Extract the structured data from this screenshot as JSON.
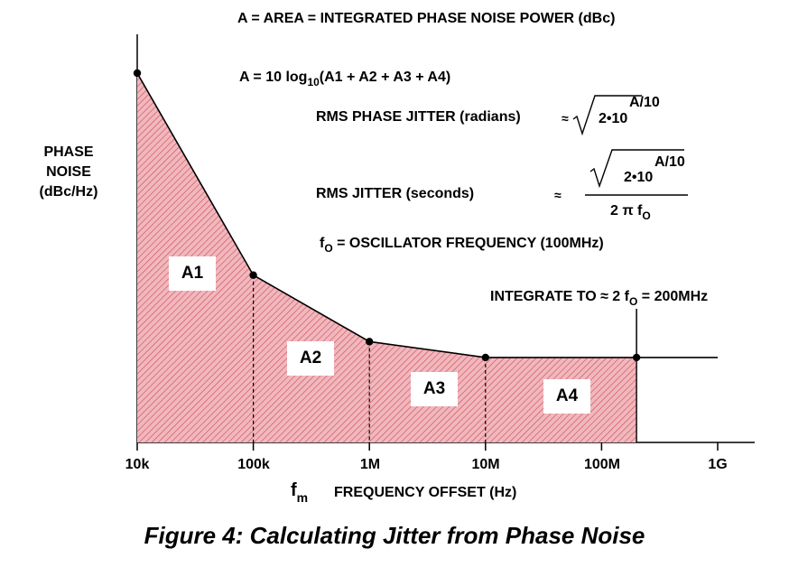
{
  "header": {
    "area_def": "A =    AREA  = INTEGRATED PHASE NOISE POWER (dBc)",
    "area_formula_pre": "A = 10 log",
    "area_formula_sub": "10",
    "area_formula_post": "(A1 + A2 + A3 + A4)"
  },
  "formulas": {
    "rms_phase_label": "RMS PHASE JITTER (radians)",
    "approx": "≈",
    "sqrt_base": "2•10",
    "sqrt_exp": "A/10",
    "rms_jitter_label": "RMS JITTER (seconds)",
    "denominator_pre": "2 π f",
    "denominator_sub": "O",
    "fo_pre": "f",
    "fo_sub": "O",
    "fo_post": " = OSCILLATOR FREQUENCY (100MHz)",
    "integrate_pre": "INTEGRATE TO ≈ 2 f",
    "integrate_sub": "O",
    "integrate_post": " = 200MHz"
  },
  "axes": {
    "ylabel_line1": "PHASE",
    "ylabel_line2": "NOISE",
    "ylabel_line3": "(dBc/Hz)",
    "xlabel_symbol": "f",
    "xlabel_symbol_sub": "m",
    "xlabel": "FREQUENCY OFFSET (Hz)",
    "ticks": [
      "10k",
      "100k",
      "1M",
      "10M",
      "100M",
      "1G"
    ]
  },
  "regions": [
    "A1",
    "A2",
    "A3",
    "A4"
  ],
  "curve": {
    "decades_from_10k": [
      0,
      1,
      2,
      3,
      4.301,
      5
    ],
    "relative_level": [
      1.0,
      0.453,
      0.273,
      0.23,
      0.23,
      0.23
    ]
  },
  "caption": "Figure 4: Calculating Jitter from Phase Noise",
  "colors": {
    "fill": "#f0b8bd",
    "hatch": "#d0505e",
    "line": "#000000"
  }
}
